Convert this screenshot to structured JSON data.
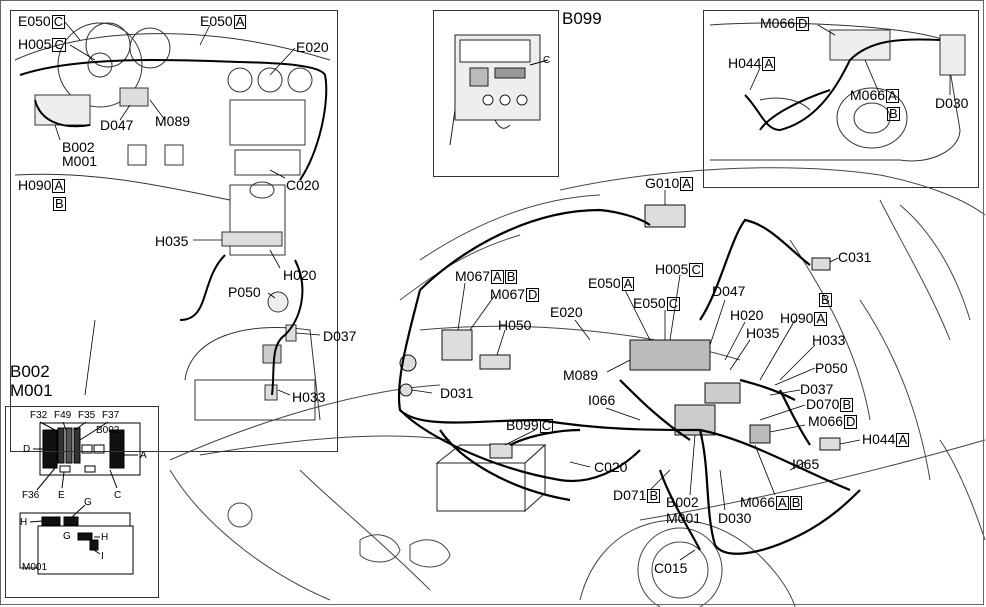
{
  "labels": {
    "e050c": {
      "code": "E050",
      "box": "C"
    },
    "e050a_dash": {
      "code": "E050",
      "box": "A"
    },
    "h005c_dash": {
      "code": "H005",
      "box": "C"
    },
    "e020_dash": "E020",
    "d047_dash": "D047",
    "m089_dash": "M089",
    "b002_dash": "B002",
    "m001_dash": "M001",
    "h090_dash": {
      "code": "H090",
      "box": "A",
      "box2": "B"
    },
    "c020_dash": "C020",
    "h035_console": "H035",
    "h020_console": "H020",
    "p050_console": "P050",
    "d037_console": "D037",
    "h033_console": "H033",
    "b099": "B099",
    "b099_c": "C",
    "m066d_door": {
      "code": "M066",
      "box": "D"
    },
    "h044a_door": {
      "code": "H044",
      "box": "A"
    },
    "m066ab_door": {
      "code": "M066",
      "box": "A",
      "box2": "B"
    },
    "d030_door": "D030",
    "g010a": {
      "code": "G010",
      "box": "A"
    },
    "m067ab": {
      "code": "M067",
      "box": "A",
      "box2": "B"
    },
    "m067d": {
      "code": "M067",
      "box": "D"
    },
    "e050a_main": {
      "code": "E050",
      "box": "A"
    },
    "h005c_main": {
      "code": "H005",
      "box": "C"
    },
    "e050c_main": {
      "code": "E050",
      "box": "C"
    },
    "d047_main": "D047",
    "c031": "C031",
    "b_main": "B",
    "h090a_main": {
      "code": "H090",
      "box": "A"
    },
    "h020_main": "H020",
    "h035_main": "H035",
    "h033_main": "H033",
    "h050": "H050",
    "e020_main": "E020",
    "m089_main": "M089",
    "p050_main": "P050",
    "d037_main": "D037",
    "d031": "D031",
    "i066": "I066",
    "d070b": {
      "code": "D070",
      "box": "B"
    },
    "b099c_main": {
      "code": "B099",
      "box": "C"
    },
    "m066d_main": {
      "code": "M066",
      "box": "D"
    },
    "h044a_main": {
      "code": "H044",
      "box": "A"
    },
    "c020_main": "C020",
    "i065": "I065",
    "d071b": {
      "code": "D071",
      "box": "B"
    },
    "b002_main": "B002",
    "m001_main": "M001",
    "d030_main": "D030",
    "m066ab_main": {
      "code": "M066",
      "box": "A",
      "box2": "B"
    },
    "c015": "C015",
    "b002_inset_title": "B002",
    "m001_inset_title": "M001",
    "fuse_f32": "F32",
    "fuse_f49": "F49",
    "fuse_f35": "F35",
    "fuse_f37": "F37",
    "b002_inner": "B002",
    "pin_d": "D",
    "pin_a": "A",
    "fuse_f36": "F36",
    "pin_e": "E",
    "pin_c": "C",
    "pin_h": "H",
    "pin_g": "G",
    "pin_g2": "G",
    "pin_h2": "H",
    "pin_i": "I",
    "m001_inner": "M001"
  }
}
